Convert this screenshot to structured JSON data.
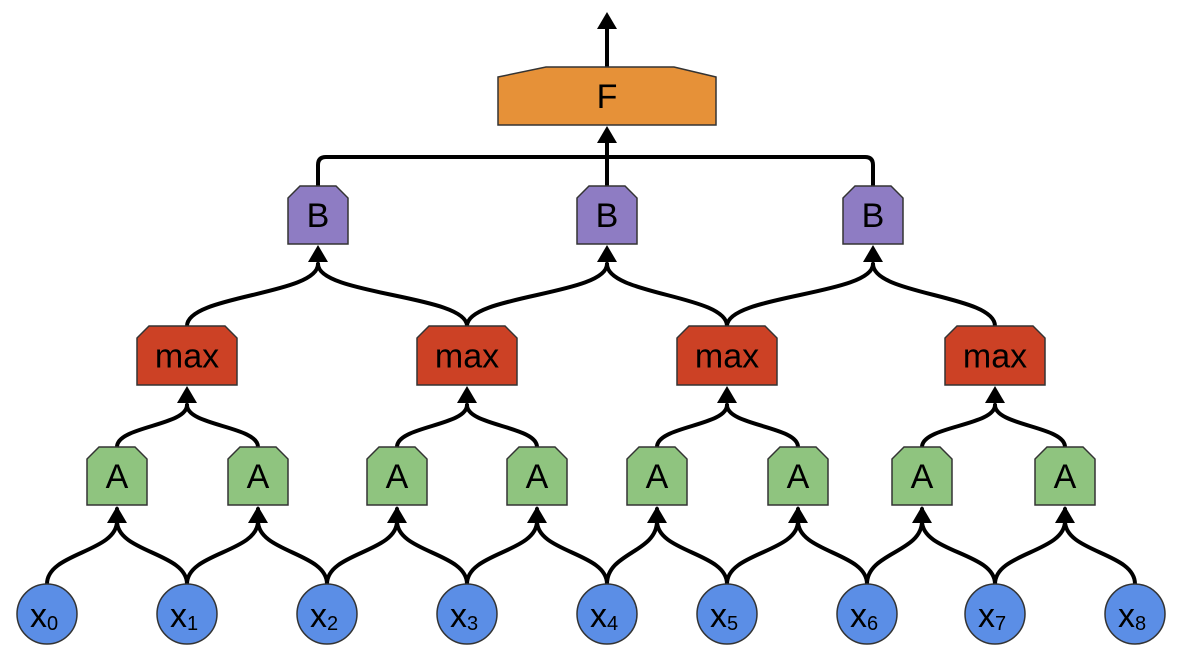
{
  "colors": {
    "input": "#5b8ee6",
    "a": "#8fc47f",
    "max": "#cc4125",
    "b": "#8e7cc3",
    "f": "#e69138",
    "edge": "#000000"
  },
  "icons": {
    "arrow": "arrow-up-icon"
  },
  "inputs": [
    {
      "base": "x",
      "sub": "0"
    },
    {
      "base": "x",
      "sub": "1"
    },
    {
      "base": "x",
      "sub": "2"
    },
    {
      "base": "x",
      "sub": "3"
    },
    {
      "base": "x",
      "sub": "4"
    },
    {
      "base": "x",
      "sub": "5"
    },
    {
      "base": "x",
      "sub": "6"
    },
    {
      "base": "x",
      "sub": "7"
    },
    {
      "base": "x",
      "sub": "8"
    }
  ],
  "a_nodes": [
    {
      "label": "A",
      "from": [
        0,
        1
      ]
    },
    {
      "label": "A",
      "from": [
        1,
        2
      ]
    },
    {
      "label": "A",
      "from": [
        2,
        3
      ]
    },
    {
      "label": "A",
      "from": [
        3,
        4
      ]
    },
    {
      "label": "A",
      "from": [
        4,
        5
      ]
    },
    {
      "label": "A",
      "from": [
        5,
        6
      ]
    },
    {
      "label": "A",
      "from": [
        6,
        7
      ]
    },
    {
      "label": "A",
      "from": [
        7,
        8
      ]
    }
  ],
  "max_nodes": [
    {
      "label": "max",
      "from": [
        0,
        1
      ]
    },
    {
      "label": "max",
      "from": [
        2,
        3
      ]
    },
    {
      "label": "max",
      "from": [
        4,
        5
      ]
    },
    {
      "label": "max",
      "from": [
        6,
        7
      ]
    }
  ],
  "b_nodes": [
    {
      "label": "B",
      "from": [
        0,
        1
      ]
    },
    {
      "label": "B",
      "from": [
        1,
        2
      ]
    },
    {
      "label": "B",
      "from": [
        2,
        3
      ]
    }
  ],
  "f_node": {
    "label": "F",
    "from": [
      0,
      1,
      2
    ]
  }
}
